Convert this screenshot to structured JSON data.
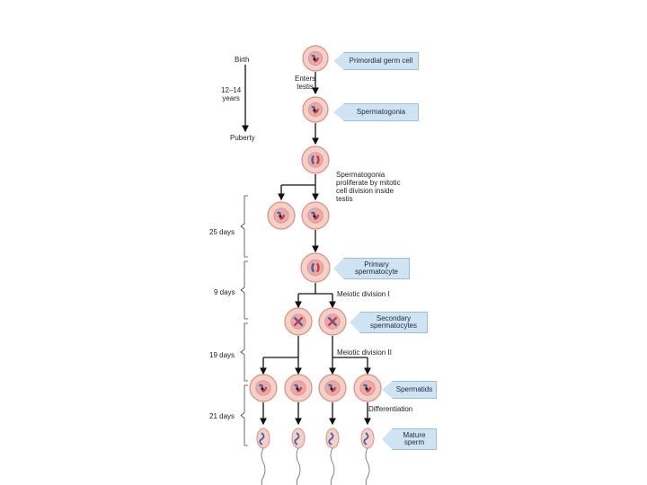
{
  "timeline": {
    "birth": "Birth",
    "years": "12–14\nyears",
    "puberty": "Puberty"
  },
  "notes": {
    "enters": "Enters\ntestis",
    "proliferate": "Spermatogonia\nproliferate by mitotic\ncell division inside\ntestis",
    "meiotic1": "Meiotic division I",
    "meiotic2": "Meiotic division II",
    "differentiation": "Differentiation"
  },
  "stages": {
    "primordial": "Primordial germ cell",
    "spermatogonia": "Spermatogonia",
    "primary": "Primary\nspermatocyte",
    "secondary": "Secondary\nspermatocytes",
    "spermatids": "Spermatids",
    "mature": "Mature\nsperm"
  },
  "durations": {
    "d25": "25 days",
    "d9": "9 days",
    "d19": "19 days",
    "d21": "21 days"
  },
  "colors": {
    "cell_fill": "#f6cfc7",
    "cell_edge": "#d98f84",
    "nucleus": "#e9a9a6",
    "chrom_blue": "#3c63b0",
    "chrom_red": "#c9384a",
    "tag_fill": "#cfe3f2"
  }
}
